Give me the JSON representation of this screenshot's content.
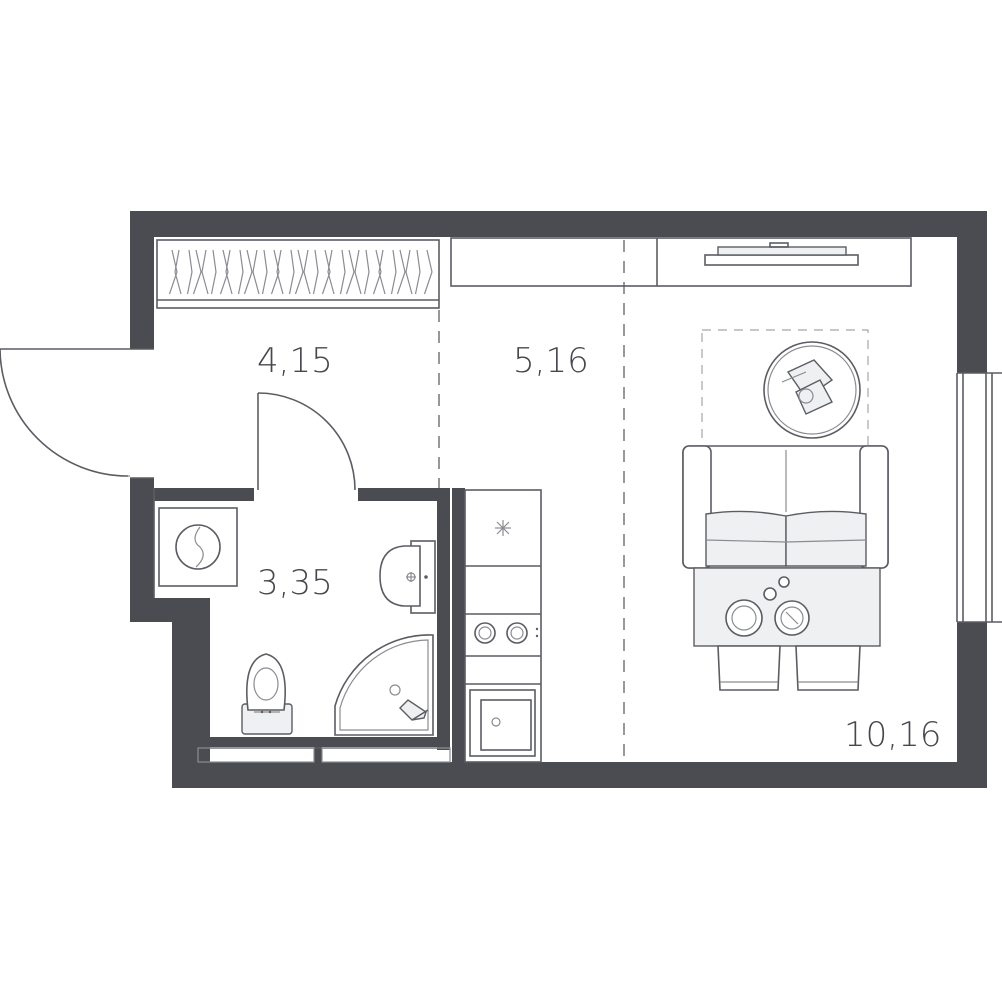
{
  "rooms": {
    "hall": {
      "area": "4,15"
    },
    "bathroom": {
      "area": "3,35"
    },
    "kitchen": {
      "area": "5,16"
    },
    "living": {
      "area": "10,16"
    }
  },
  "colors": {
    "wall": "#4a4c52",
    "line": "#5b5d63",
    "background": "#ffffff"
  }
}
